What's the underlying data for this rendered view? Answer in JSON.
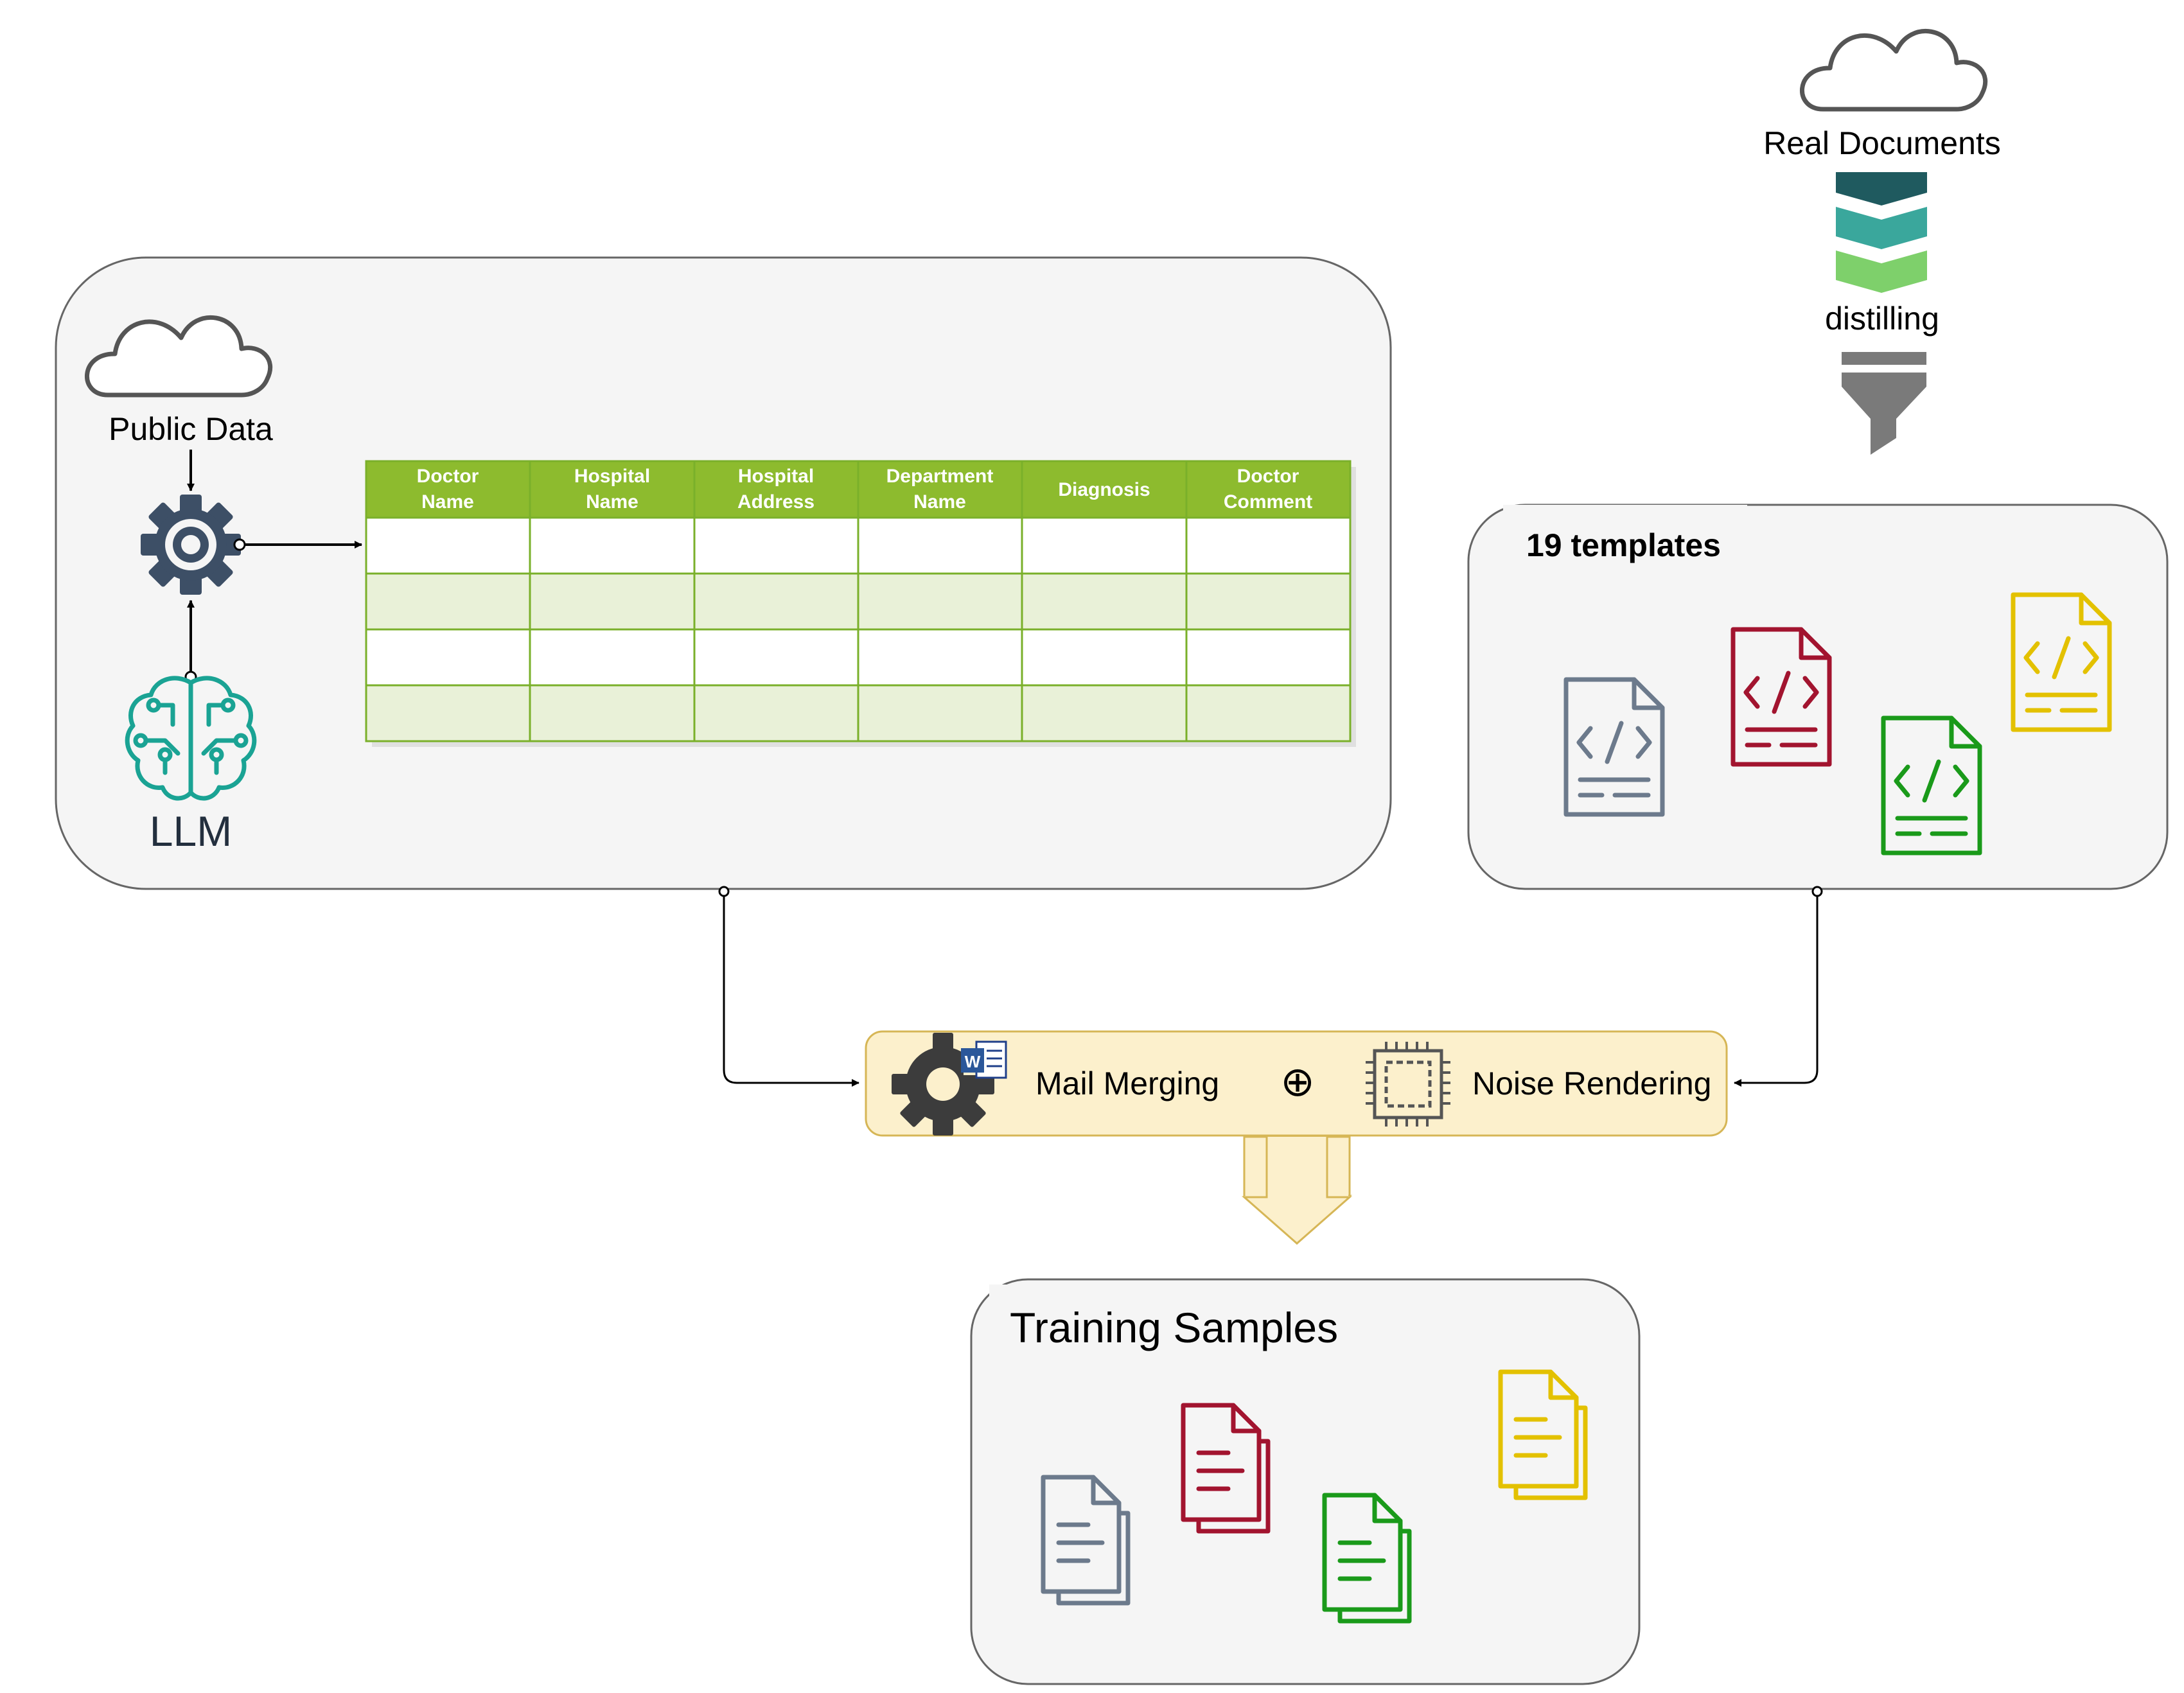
{
  "sources": {
    "public_data_label": "Public Data",
    "llm_label": "LLM",
    "real_documents_label": "Real Documents",
    "distilling_label": "distilling"
  },
  "table": {
    "headers": [
      [
        "Doctor",
        "Name"
      ],
      [
        "Hospital",
        "Name"
      ],
      [
        "Hospital",
        "Address"
      ],
      [
        "Department",
        "Name"
      ],
      [
        "Diagnosis"
      ],
      [
        "Doctor",
        "Comment"
      ]
    ],
    "row_count": 4
  },
  "templates": {
    "title": "19 templates"
  },
  "process": {
    "mail_merging_label": "Mail Merging",
    "operator_symbol": "⊕",
    "noise_rendering_label": "Noise Rendering",
    "word_icon_letter": "W"
  },
  "output": {
    "title": "Training Samples"
  },
  "colors": {
    "panel_fill": "#f5f5f5",
    "panel_stroke": "#666666",
    "table_header": "#8dbb2e",
    "table_border": "#7ab02a",
    "table_alt_row": "#e9f1d8",
    "process_fill": "#fcf0cc",
    "process_stroke": "#d6b656",
    "gear_blue": "#3d4f66",
    "llm_teal": "#1aa394",
    "doc_gray": "#6c7a8c",
    "doc_red": "#a2142f",
    "doc_green": "#1a9a1a",
    "doc_yellow": "#e3c100",
    "stack_top": "#1f5a5f",
    "stack_mid": "#3aa79c",
    "stack_bottom": "#7ed06b",
    "funnel_gray": "#7a7a7a"
  },
  "icons": [
    "cloud-icon",
    "gear-icon",
    "brain-circuit-icon",
    "layers-stack-icon",
    "funnel-icon",
    "code-file-icon",
    "documents-icon",
    "gear-word-icon",
    "chip-icon"
  ]
}
